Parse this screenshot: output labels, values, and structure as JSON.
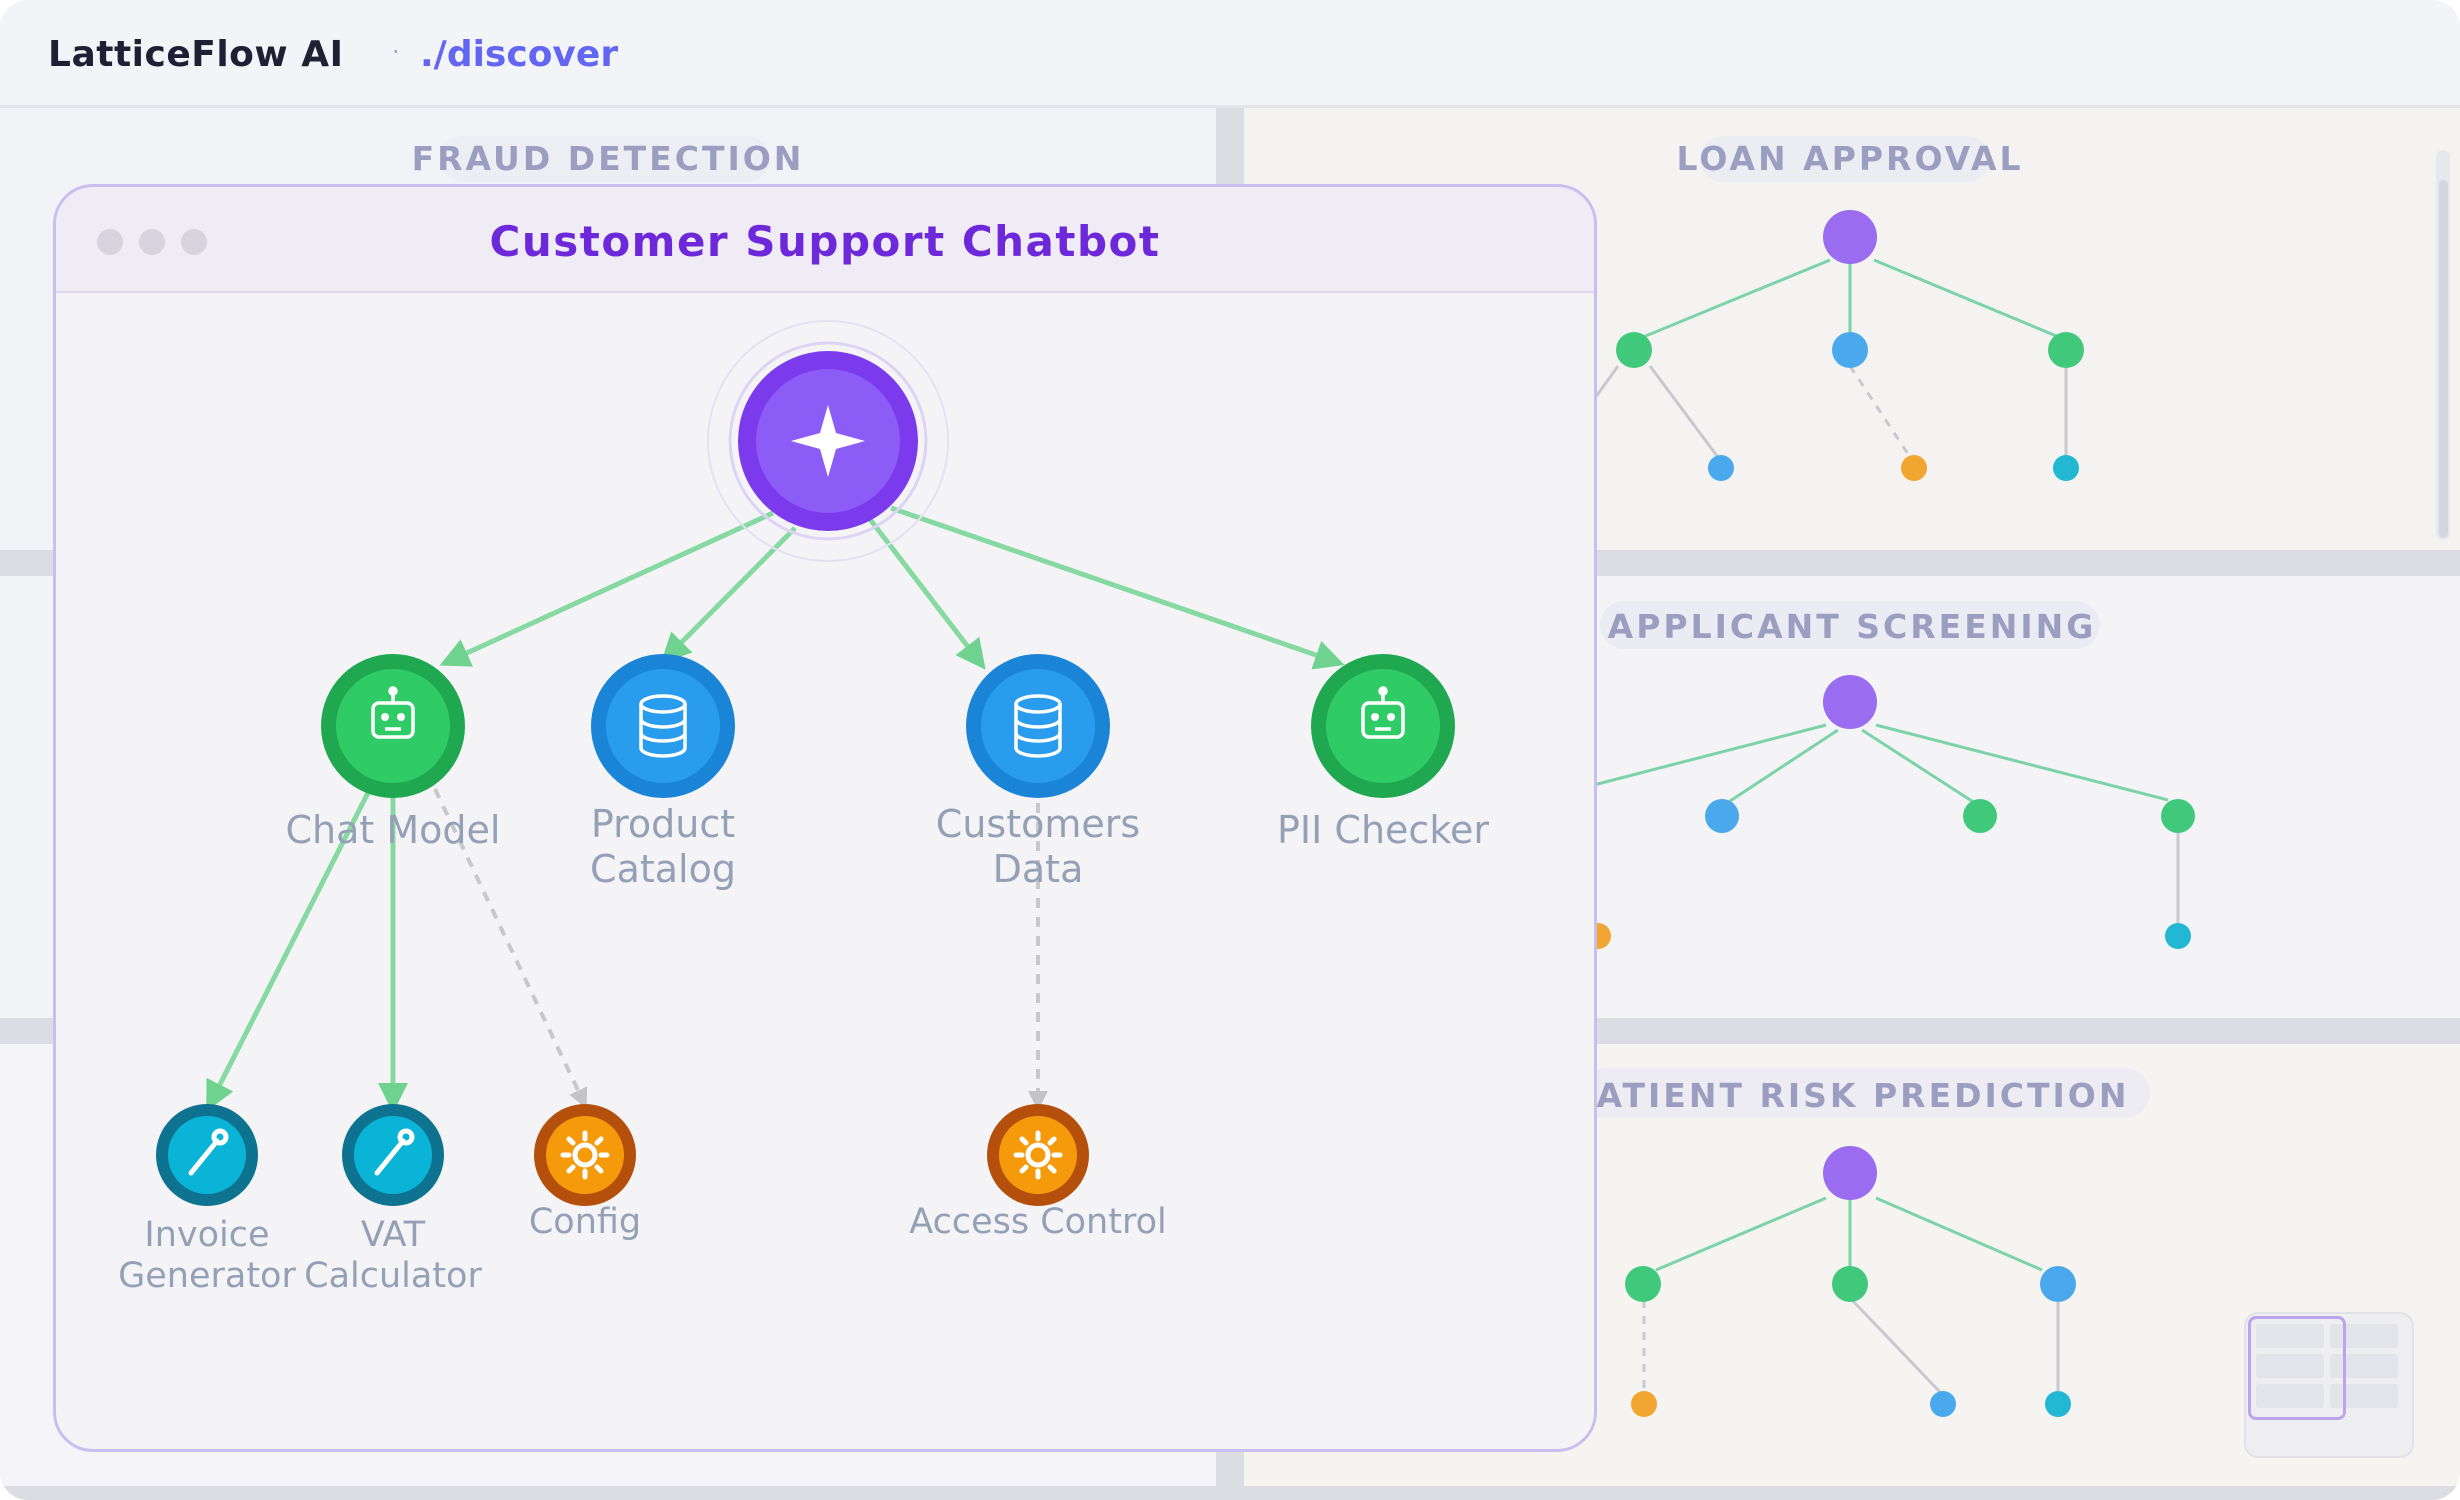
{
  "header": {
    "app_title": "LatticeFlow AI",
    "separator": "·",
    "route": "./discover"
  },
  "panels": [
    {
      "title": "FRAUD DETECTION"
    },
    {
      "title": "LOAN APPROVAL"
    },
    {
      "title": "APPLICANT SCREENING"
    },
    {
      "title": "ATIENT RISK PREDICTION"
    }
  ],
  "modal": {
    "title": "Customer Support Chatbot",
    "nodes": {
      "root": {
        "icon": "sparkle-icon"
      },
      "chat_model": {
        "label": "Chat Model",
        "icon": "robot-icon"
      },
      "product_catalog": {
        "label_line1": "Product",
        "label_line2": "Catalog",
        "icon": "database-icon"
      },
      "customers_data": {
        "label_line1": "Customers",
        "label_line2": "Data",
        "icon": "database-icon"
      },
      "pii_checker": {
        "label": "PII Checker",
        "icon": "robot-icon"
      },
      "invoice_generator": {
        "label_line1": "Invoice",
        "label_line2": "Generator",
        "icon": "wrench-icon"
      },
      "vat_calculator": {
        "label_line1": "VAT",
        "label_line2": "Calculator",
        "icon": "wrench-icon"
      },
      "config": {
        "label": "Config",
        "icon": "gear-icon"
      },
      "access_control": {
        "label": "Access Control",
        "icon": "gear-icon"
      }
    }
  },
  "colors": {
    "agent": "#7c3aed",
    "model": "#22c55e",
    "data": "#2196f3",
    "tool": "#06b6d4",
    "config": "#f59e0b",
    "edge_solid": "#86d9a0",
    "edge_dashed": "#c8c8cc",
    "accent": "#6366f1",
    "modal_title": "#6d28d9"
  }
}
